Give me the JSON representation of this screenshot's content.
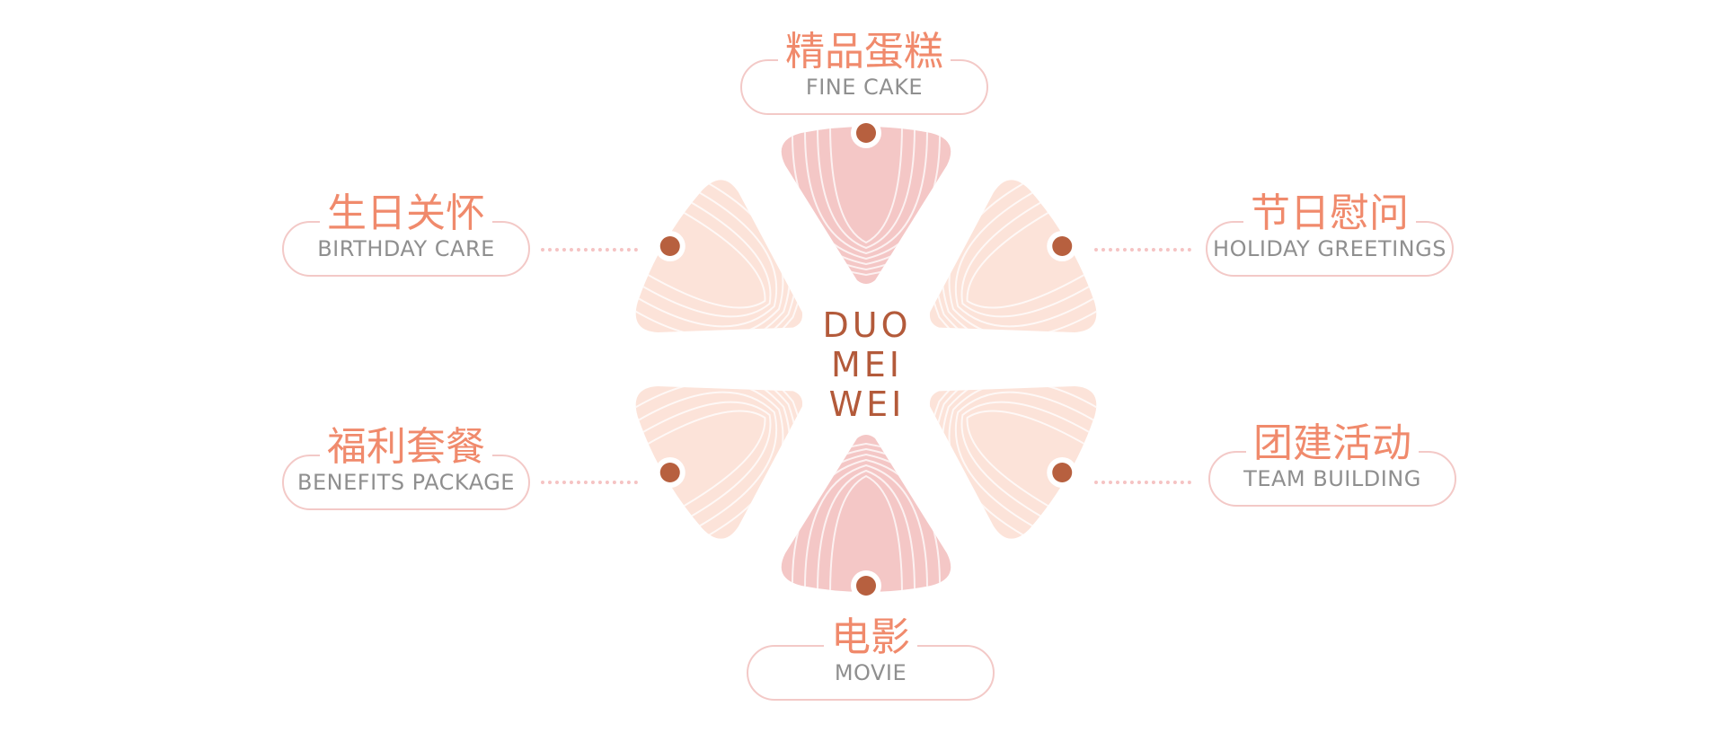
{
  "brand": {
    "line1": "DUO",
    "line2": "MEI",
    "line3": "WEI"
  },
  "items": [
    {
      "zh": "精品蛋糕",
      "en": "FINE CAKE"
    },
    {
      "zh": "节日慰问",
      "en": "HOLIDAY GREETINGS"
    },
    {
      "zh": "团建活动",
      "en": "TEAM BUILDING"
    },
    {
      "zh": "电影",
      "en": "MOVIE"
    },
    {
      "zh": "福利套餐",
      "en": "BENEFITS PACKAGE"
    },
    {
      "zh": "生日关怀",
      "en": "BIRTHDAY CARE"
    }
  ],
  "colors": {
    "petal_dark": "#f4c7c6",
    "petal_light": "#fce3d9",
    "node": "#b7603f",
    "chinese_text": "#f08a6c",
    "english_text": "#8f8f8f",
    "card_border": "#f3c9c7",
    "dotted_line": "#f5c3c3",
    "brand_text": "#b35a3a"
  }
}
